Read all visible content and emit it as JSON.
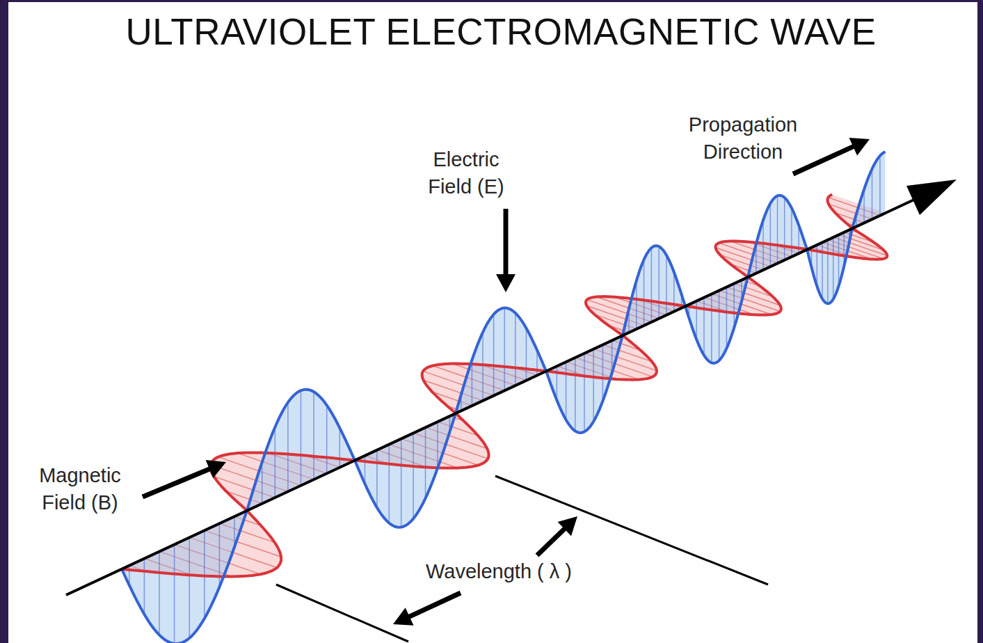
{
  "diagram": {
    "title": "ULTRAVIOLET ELECTROMAGNETIC WAVE",
    "labels": [
      "Electric Field (E)",
      "Propagation Direction",
      "Magnetic Field (B)",
      "Wavelength ( λ )"
    ]
  }
}
